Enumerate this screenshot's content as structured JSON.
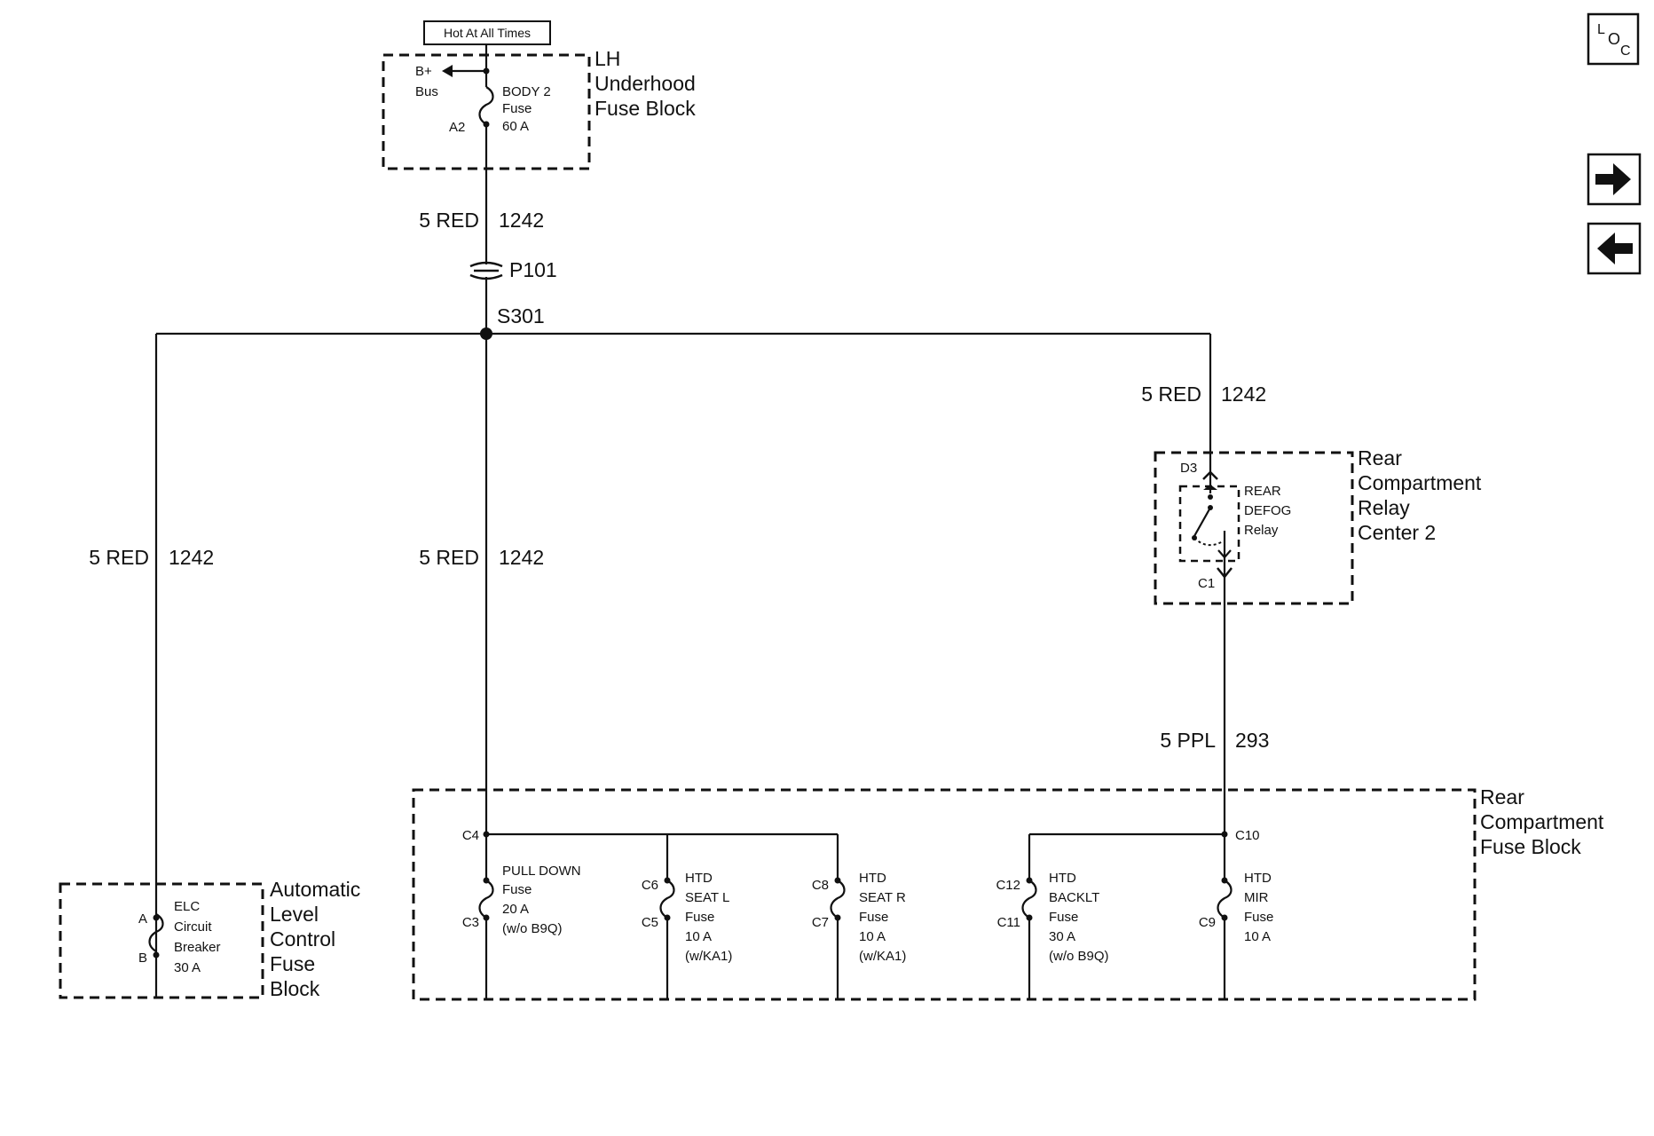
{
  "nav": {
    "loc": {
      "l": "L",
      "o": "O",
      "c": "C"
    },
    "next_icon": "arrow-right",
    "prev_icon": "arrow-left"
  },
  "power": {
    "hot_label": "Hot At All Times",
    "block_name": [
      "LH",
      "Underhood",
      "Fuse Block"
    ],
    "bus_label": [
      "B+",
      "Bus"
    ],
    "fuse_label": [
      "BODY 2",
      "Fuse",
      "60 A"
    ],
    "terminal": "A2"
  },
  "wires": {
    "main_color": "5 RED",
    "main_circuit": "1242",
    "connector": "P101",
    "splice": "S301",
    "relay_out_color": "5 PPL",
    "relay_out_circuit": "293"
  },
  "elc_block": {
    "name": [
      "Automatic",
      "Level",
      "Control",
      "Fuse",
      "Block"
    ],
    "breaker": [
      "ELC",
      "Circuit",
      "Breaker",
      "30 A"
    ],
    "pin_a": "A",
    "pin_b": "B"
  },
  "relay_center": {
    "name": [
      "Rear",
      "Compartment",
      "Relay",
      "Center 2"
    ],
    "relay": [
      "REAR",
      "DEFOG",
      "Relay"
    ],
    "pin_in": "D3",
    "pin_out": "C1"
  },
  "rear_fuse_block": {
    "name": [
      "Rear",
      "Compartment",
      "Fuse Block"
    ],
    "bus_left_pin": "C4",
    "bus_right_pin": "C10",
    "fuses": [
      {
        "pin_top": "",
        "pin_bot": "C3",
        "label": [
          "PULL DOWN",
          "Fuse",
          "20 A",
          "(w/o B9Q)"
        ]
      },
      {
        "pin_top": "C6",
        "pin_bot": "C5",
        "label": [
          "HTD",
          "SEAT L",
          "Fuse",
          "10 A",
          "(w/KA1)"
        ]
      },
      {
        "pin_top": "C8",
        "pin_bot": "C7",
        "label": [
          "HTD",
          "SEAT R",
          "Fuse",
          "10 A",
          "(w/KA1)"
        ]
      },
      {
        "pin_top": "C12",
        "pin_bot": "C11",
        "label": [
          "HTD",
          "BACKLT",
          "Fuse",
          "30 A",
          "(w/o B9Q)"
        ]
      },
      {
        "pin_top": "",
        "pin_bot": "C9",
        "label": [
          "HTD",
          "MIR",
          "Fuse",
          "10 A"
        ]
      }
    ]
  }
}
